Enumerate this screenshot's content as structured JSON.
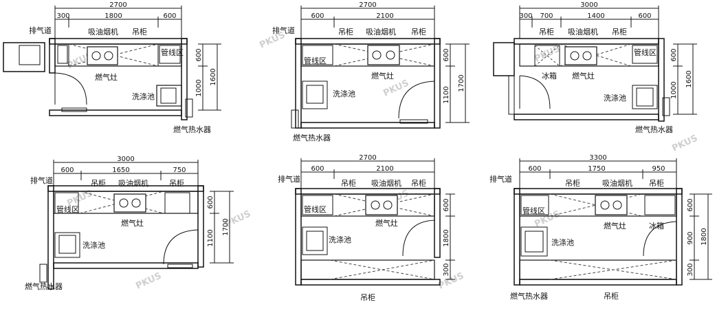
{
  "watermark": "PKUS",
  "plans": [
    {
      "id": "plan-1",
      "total": "2700",
      "segments": [
        "300",
        "1800",
        "600"
      ],
      "side_dims": [
        "600",
        "1000",
        "1600"
      ],
      "labels": [
        "排气道",
        "吸油烟机",
        "吊柜",
        "管线区",
        "燃气灶",
        "洗涤池",
        "燃气热水器"
      ]
    },
    {
      "id": "plan-2",
      "total": "2700",
      "segments": [
        "600",
        "2100"
      ],
      "side_dims": [
        "600",
        "1100",
        "1700"
      ],
      "labels": [
        "排气道",
        "吊柜",
        "吸油烟机",
        "吊柜",
        "管线区",
        "燃气灶",
        "洗涤池",
        "燃气热水器"
      ]
    },
    {
      "id": "plan-3",
      "total": "3000",
      "segments": [
        "300",
        "700",
        "1400",
        "600"
      ],
      "side_dims": [
        "600",
        "1000",
        "1600"
      ],
      "labels": [
        "吊柜",
        "吸油烟机",
        "吊柜",
        "管线区",
        "冰箱",
        "燃气灶",
        "洗涤池",
        "燃气热水器"
      ]
    },
    {
      "id": "plan-4",
      "total": "3000",
      "segments": [
        "600",
        "1650",
        "750"
      ],
      "side_dims": [
        "600",
        "1100",
        "1700"
      ],
      "labels": [
        "排气道",
        "吊柜",
        "吸油烟机",
        "吊柜",
        "管线区",
        "燃气灶",
        "洗涤池",
        "燃气热水器"
      ]
    },
    {
      "id": "plan-5",
      "total": "2700",
      "segments": [
        "600",
        "2100"
      ],
      "side_dims": [
        "600",
        "1800",
        "300"
      ],
      "labels": [
        "排气道",
        "吊柜",
        "吸油烟机",
        "吊柜",
        "管线区",
        "燃气灶",
        "洗涤池",
        "吊柜"
      ]
    },
    {
      "id": "plan-6",
      "total": "3300",
      "segments": [
        "600",
        "1750",
        "950"
      ],
      "side_dims": [
        "600",
        "900",
        "1800",
        "300"
      ],
      "labels": [
        "排气道",
        "吊柜",
        "吸油烟机",
        "吊柜",
        "管线区",
        "燃气灶",
        "冰箱",
        "洗涤池",
        "燃气热水器",
        "吊柜"
      ]
    }
  ]
}
